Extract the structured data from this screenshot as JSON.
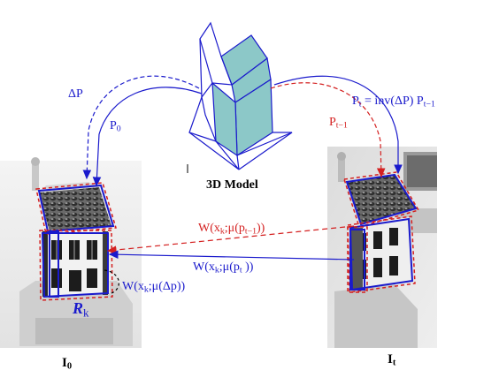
{
  "model_label": "3D Model",
  "left_image_label": "I",
  "left_image_sub": "0",
  "right_image_label": "I",
  "right_image_sub": "t",
  "delta_p_label": "ΔP",
  "p0_label": "P",
  "p0_sub": "0",
  "pt_eq": {
    "lhs": "P",
    "lhs_sub": "t",
    "mid": " = inv(ΔP) P",
    "rhs_sub": "t−1"
  },
  "pt1_label": "P",
  "pt1_sub": "t−1",
  "warp_red": {
    "a": "W(x",
    "a_sub": "k",
    "b": ";μ(p",
    "b_sub": "t−1",
    "c": "))"
  },
  "warp_blue": {
    "a": "W(x",
    "a_sub": "k",
    "b": ";μ(p",
    "b_sub": "t",
    "c": " ))"
  },
  "warp_delta": {
    "a": "W(x",
    "a_sub": "k",
    "b": ";μ(Δp))"
  },
  "region_label": "R",
  "region_sub": "k",
  "colors": {
    "blue": "#1a1acc",
    "red": "#d42020",
    "model_face": "#8cc8c8"
  }
}
